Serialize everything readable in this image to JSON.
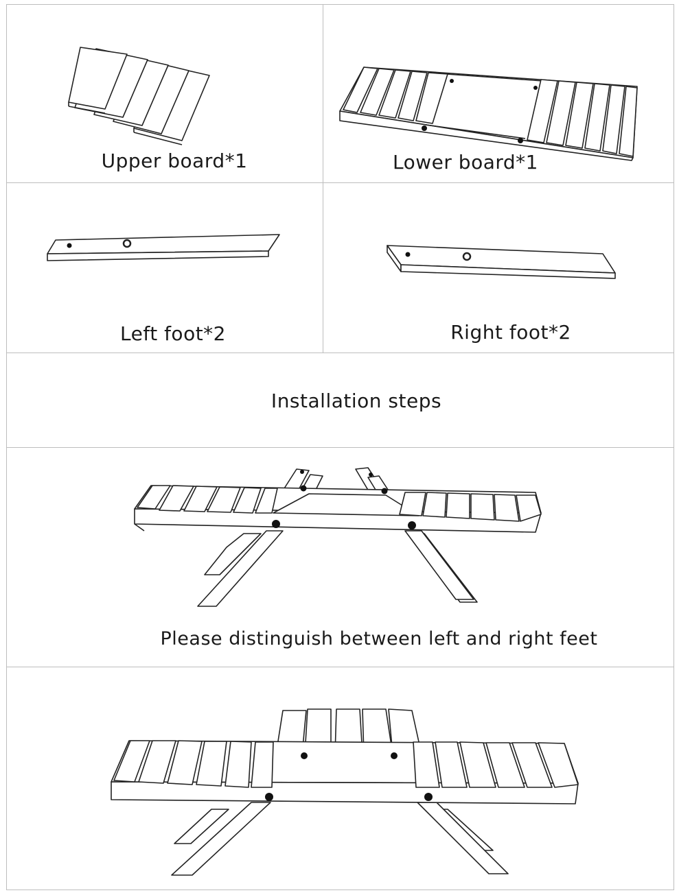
{
  "parts": {
    "upper_board": "Upper board*1",
    "lower_board": "Lower board*1",
    "left_foot": "Left foot*2",
    "right_foot": "Right foot*2"
  },
  "steps": {
    "heading": "Installation steps",
    "step1_note": "Please distinguish between left and right feet"
  }
}
